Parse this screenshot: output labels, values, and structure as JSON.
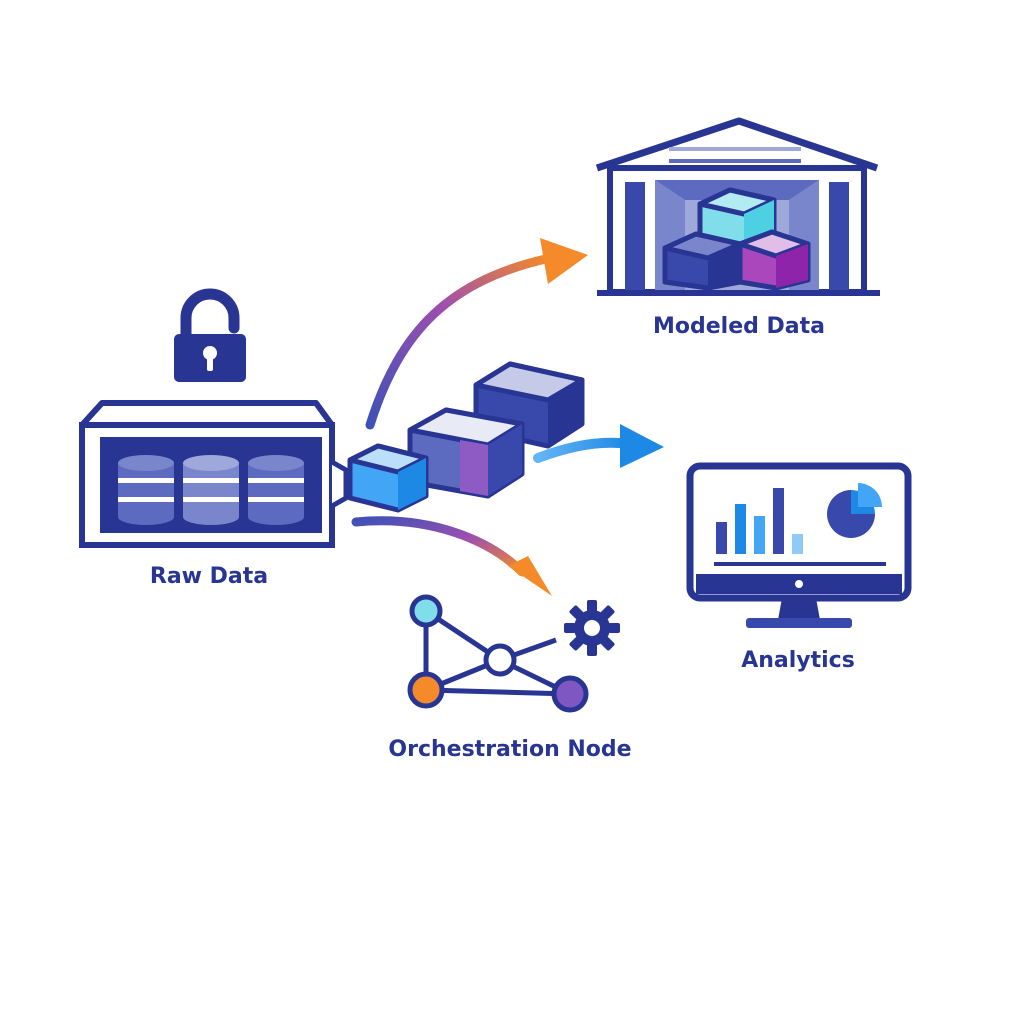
{
  "colors": {
    "navy": "#283593",
    "indigo": "#3949ab",
    "mid_blue": "#5c6bc0",
    "light_blue": "#9fa8da",
    "cyan": "#80deea",
    "sky": "#42a5f5",
    "purple": "#ab47bc",
    "orange": "#f48a2a",
    "label_text": "#283593"
  },
  "nodes": {
    "raw": {
      "label": "Raw Data",
      "icon": "database-server-icon",
      "badge_icon": "padlock-icon"
    },
    "modeled": {
      "label": "Modeled Data",
      "icon": "warehouse-icon"
    },
    "analytics": {
      "label": "Analytics",
      "icon": "monitor-chart-icon"
    },
    "orchestration": {
      "label": "Orchestration Node",
      "icon": "network-graph-icon",
      "badge_icon": "gear-icon"
    }
  },
  "connectors": [
    {
      "from": "raw",
      "to": "modeled",
      "style": "gradient-arrow"
    },
    {
      "from": "blocks",
      "to": "analytics",
      "style": "gradient-arrow"
    },
    {
      "from": "raw",
      "to": "orchestration",
      "style": "gradient-arrow"
    }
  ]
}
